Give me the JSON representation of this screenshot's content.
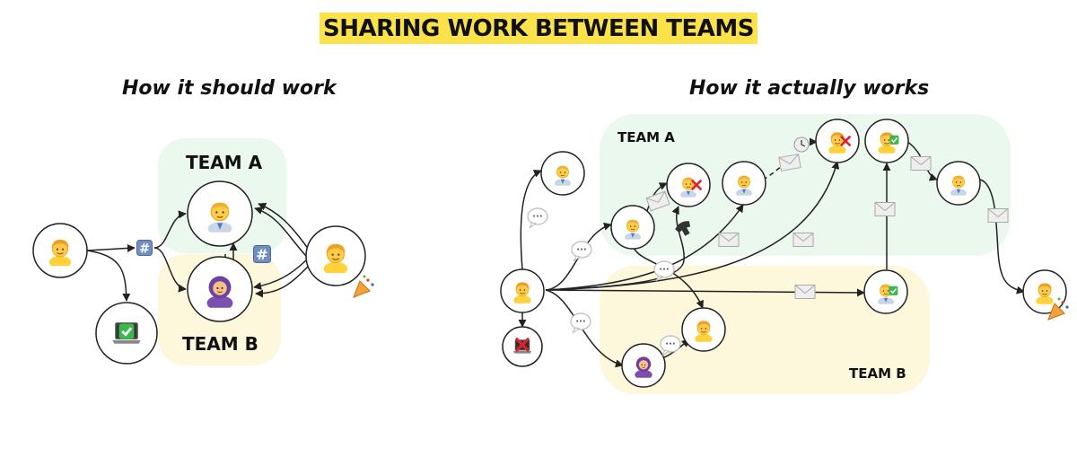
{
  "title": "SHARING WORK BETWEEN TEAMS",
  "left": {
    "subtitle": "How it should work",
    "team_a": "TEAM A",
    "team_b": "TEAM B"
  },
  "right": {
    "subtitle": "How it actually works",
    "team_a": "TEAM A",
    "team_b": "TEAM B"
  },
  "badges": {
    "hash": "#",
    "ellipsis": "···"
  },
  "colors": {
    "highlight": "#fce24a",
    "team_a_fill": "#eaf8ee",
    "team_b_fill": "#fdf7dc",
    "node_stroke": "#222222",
    "edge": "#222222"
  },
  "icons": {
    "person": "person-icon",
    "laptop": "laptop-icon",
    "check": "checkmark-icon",
    "cross": "cross-icon",
    "mail": "envelope-icon",
    "chat": "speech-bubble-icon",
    "hash": "hash-icon",
    "phone": "telephone-icon",
    "clock": "clock-icon",
    "party": "party-popper-icon"
  }
}
